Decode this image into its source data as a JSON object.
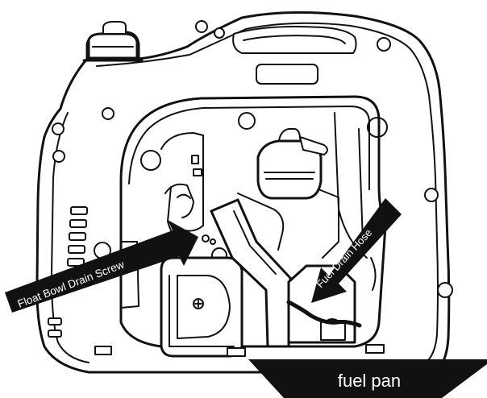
{
  "callouts": {
    "float_bowl_drain_screw": "Float Bowl Drain Screw",
    "fuel_drain_hose": "Fuel Drain Hose",
    "fuel_pan": "fuel pan"
  },
  "colors": {
    "arrow_fill": "#111111",
    "label_text": "#ffffff",
    "outline": "#111111",
    "background": "#ffffff"
  }
}
